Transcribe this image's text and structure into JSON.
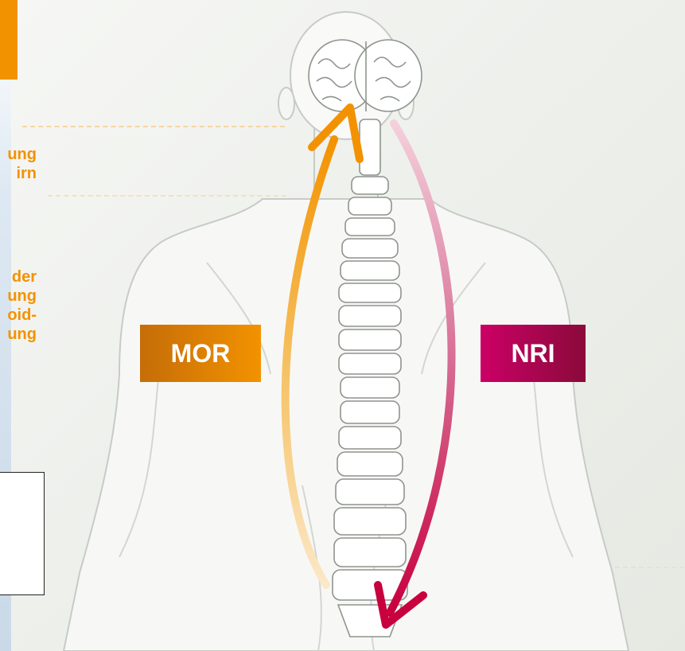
{
  "labels": {
    "mor": "MOR",
    "nri": "NRI"
  },
  "left_text": {
    "block1": [
      "ung",
      "irn"
    ],
    "block2": [
      "der",
      "ung",
      "oid-",
      "ung"
    ]
  },
  "colors": {
    "mor_start": "#c56d08",
    "mor_end": "#f39200",
    "nri_start": "#cc0066",
    "nri_end": "#8a0a3a",
    "ascending_arrow": "#f39200",
    "descending_arrow": "#c8003e",
    "accent_orange": "#f39200"
  },
  "icons": {
    "ascending_arrow": "arrow-up-icon",
    "descending_arrow": "arrow-down-icon",
    "brain": "brain-icon",
    "spine": "spine-icon"
  }
}
